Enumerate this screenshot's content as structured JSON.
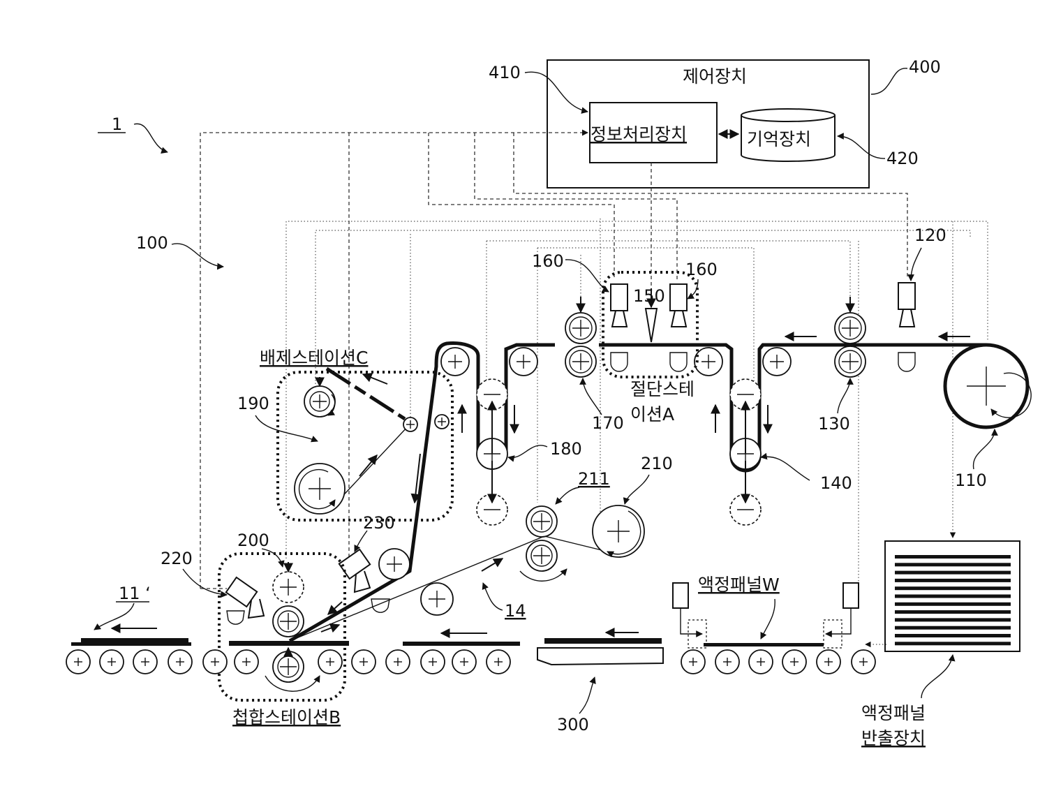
{
  "labels": {
    "system": "1",
    "apparatus": "100",
    "control_device_num": "400",
    "control_device": "제어장치",
    "info_processor_num": "410",
    "info_processor": "정보처리장치",
    "storage_num": "420",
    "storage": "기억장치",
    "roll_num": "110",
    "camera_120": "120",
    "rollers_130": "130",
    "dancer_140": "140",
    "cutter_150": "150",
    "camera_160_left": "160",
    "camera_160_right": "160",
    "rollers_170": "170",
    "dancer_180": "180",
    "reject_190": "190",
    "bond_200": "200",
    "take_up_210": "210",
    "roller_211": "211",
    "camera_220": "220",
    "camera_230": "230",
    "stage_300": "300",
    "film_14": "14",
    "product_11": "11 ‘",
    "cutting_station": [
      "절단스테",
      "이션A"
    ],
    "reject_station": "배제스테이션C",
    "bonding_station": "첩합스테이션B",
    "lcd_panel": "액정패널W",
    "panel_unloader": [
      "액정패널",
      "반출장치"
    ]
  }
}
